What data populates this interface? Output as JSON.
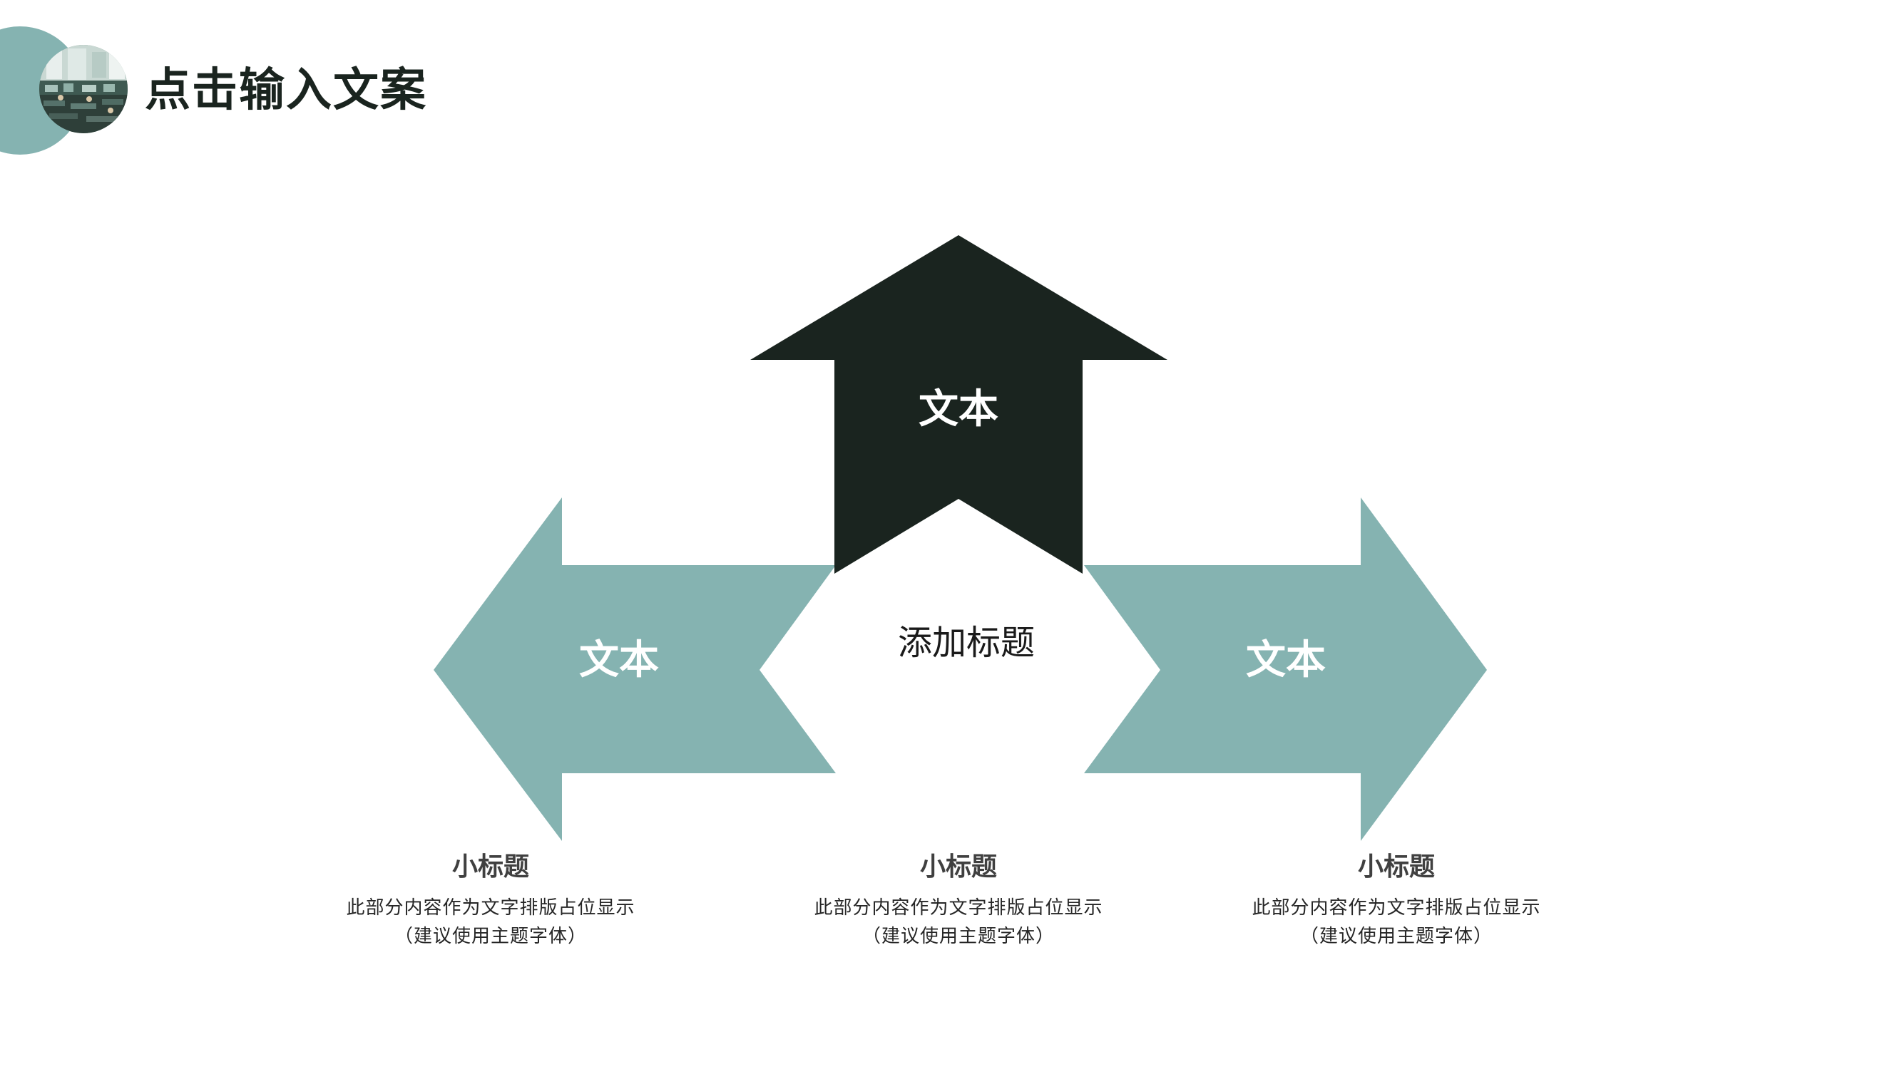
{
  "header": {
    "title": "点击输入文案",
    "photo_icon": "office-photo"
  },
  "diagram": {
    "center_title": "添加标题",
    "arrows": [
      {
        "id": "left",
        "label": "文本",
        "color": "#85b3b1",
        "direction": "left"
      },
      {
        "id": "up",
        "label": "文本",
        "color": "#1a241f",
        "direction": "up"
      },
      {
        "id": "right",
        "label": "文本",
        "color": "#85b3b1",
        "direction": "right"
      }
    ]
  },
  "captions": [
    {
      "title": "小标题",
      "line1": "此部分内容作为文字排版占位显示",
      "line2": "（建议使用主题字体）"
    },
    {
      "title": "小标题",
      "line1": "此部分内容作为文字排版占位显示",
      "line2": "（建议使用主题字体）"
    },
    {
      "title": "小标题",
      "line1": "此部分内容作为文字排版占位显示",
      "line2": "（建议使用主题字体）"
    }
  ],
  "colors": {
    "accent": "#85b3b1",
    "dark": "#1a241f",
    "text": "#262626"
  }
}
